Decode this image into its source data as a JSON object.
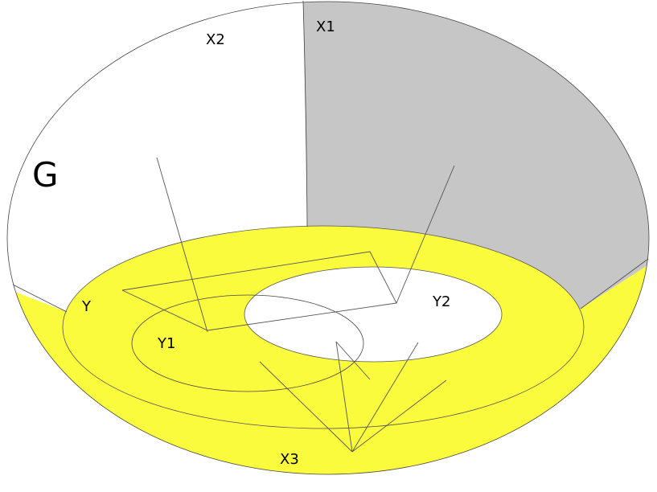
{
  "labels": {
    "G": "G",
    "X1": "X1",
    "X2": "X2",
    "X3": "X3",
    "Y": "Y",
    "Y1": "Y1",
    "Y2": "Y2"
  },
  "colors": {
    "background": "#ffffff",
    "x1_region": "#c6c6c6",
    "x2_region": "#ffffff",
    "x3_region": "#fbfb3e",
    "y_annulus": "#fbfb3e",
    "y2_hole": "#ffffff",
    "line": "#555555"
  }
}
